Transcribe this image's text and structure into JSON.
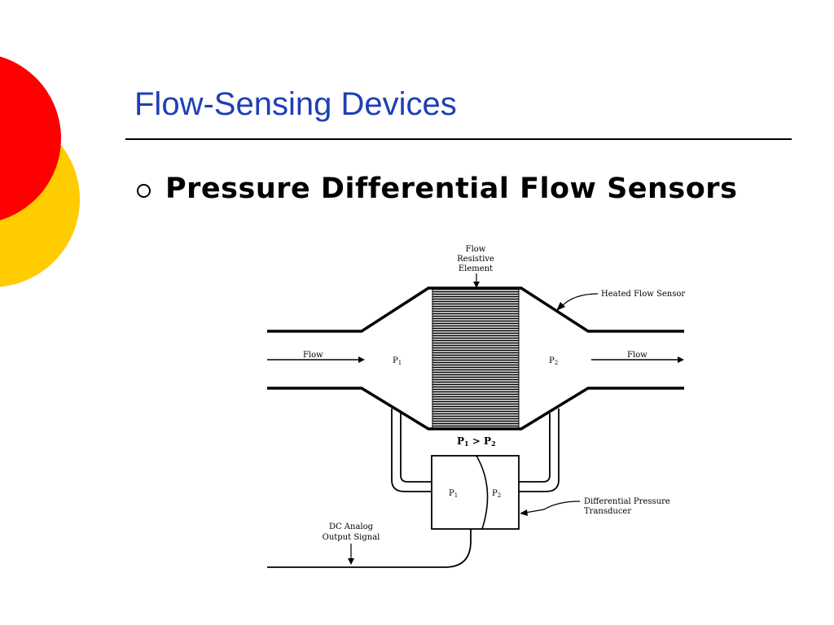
{
  "slide": {
    "title": "Flow-Sensing Devices",
    "bullet": "Pressure Differential Flow Sensors",
    "colors": {
      "title": "#1f3fb4",
      "circle_red": "#ff0000",
      "circle_yellow": "#ffcc00"
    }
  },
  "diagram": {
    "labels": {
      "element_line1": "Flow",
      "element_line2": "Resistive",
      "element_line3": "Element",
      "heated_sensor": "Heated Flow Sensor",
      "flow_in": "Flow",
      "flow_out": "Flow",
      "p1": "P",
      "p1_sub": "1",
      "p2": "P",
      "p2_sub": "2",
      "relation_p1": "P",
      "relation_p1_sub": "1",
      "relation_op": " > ",
      "relation_p2": "P",
      "relation_p2_sub": "2",
      "transducer_p1": "P",
      "transducer_p1_sub": "1",
      "transducer_p2": "P",
      "transducer_p2_sub": "2",
      "transducer_line1": "Differential Pressure",
      "transducer_line2": "Transducer",
      "output_line1": "DC Analog",
      "output_line2": "Output Signal"
    }
  }
}
